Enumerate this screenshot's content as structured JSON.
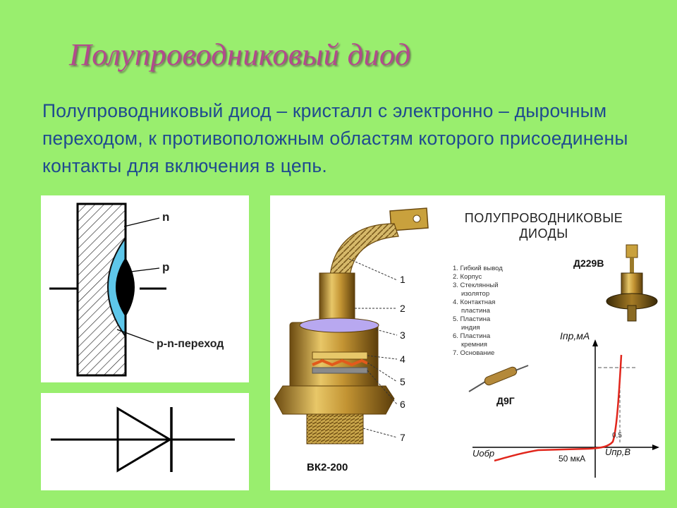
{
  "slide": {
    "title": "Полупроводниковый диод",
    "definition": "Полупроводниковый диод – кристалл с электронно – дырочным переходом, к противоположным областям которого присоединены контакты для включения в цепь."
  },
  "structure_diagram": {
    "label_n": "n",
    "label_p": "p",
    "label_junction": "р-n-переход"
  },
  "photo_panel": {
    "heading_line1": "ПОЛУПРОВОДНИКОВЫЕ",
    "heading_line2": "ДИОДЫ",
    "legend": [
      "1. Гибкий вывод",
      "2. Корпус",
      "3. Стеклянный",
      "изолятор",
      "4. Контактная",
      "пластина",
      "5. Пластина",
      "индия",
      "6. Пластина",
      "кремния",
      "7. Основание"
    ],
    "callouts": [
      "1",
      "2",
      "3",
      "4",
      "5",
      "6",
      "7"
    ],
    "model_large": "ВК2-200",
    "model_top_right": "Д229В",
    "model_small": "Д9Г",
    "iv_axis_y": "Iпр,мА",
    "iv_axis_x": "Uпр,В",
    "iv_axis_neg": "Uобр",
    "iv_tick": "0,5",
    "iv_reverse_current": "50 мкА",
    "colors": {
      "curve": "#e1261c",
      "axis": "#000000",
      "grid": "#9a9a9a"
    }
  }
}
